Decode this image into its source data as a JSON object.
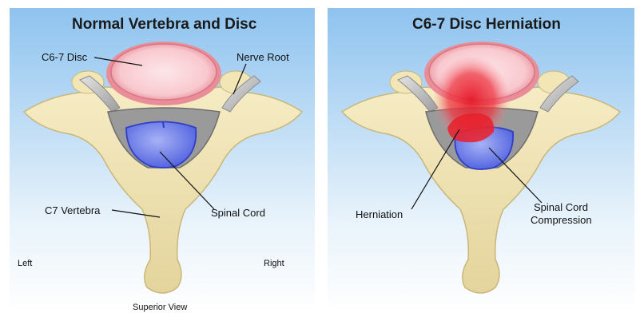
{
  "titles": {
    "normal": "Normal Vertebra and Disc",
    "herniation": "C6-7 Disc Herniation"
  },
  "labels": {
    "disc": "C6-7 Disc",
    "nerve_root": "Nerve Root",
    "vertebra": "C7 Vertebra",
    "spinal_cord": "Spinal Cord",
    "left": "Left",
    "right": "Right",
    "superior_view": "Superior View",
    "herniation": "Herniation",
    "compression_line1": "Spinal Cord",
    "compression_line2": "Compression"
  },
  "colors": {
    "background_top": "#8ec3ef",
    "background_bottom": "#ffffff",
    "bone": "#efe3b3",
    "bone_shadow": "#c9b67a",
    "disc_outer": "#f0a9b2",
    "disc_inner": "#fbd9dd",
    "spinal_cord": "#6e7fe8",
    "nerve_root": "#b7b7b7",
    "herniation": "#e8202c"
  }
}
